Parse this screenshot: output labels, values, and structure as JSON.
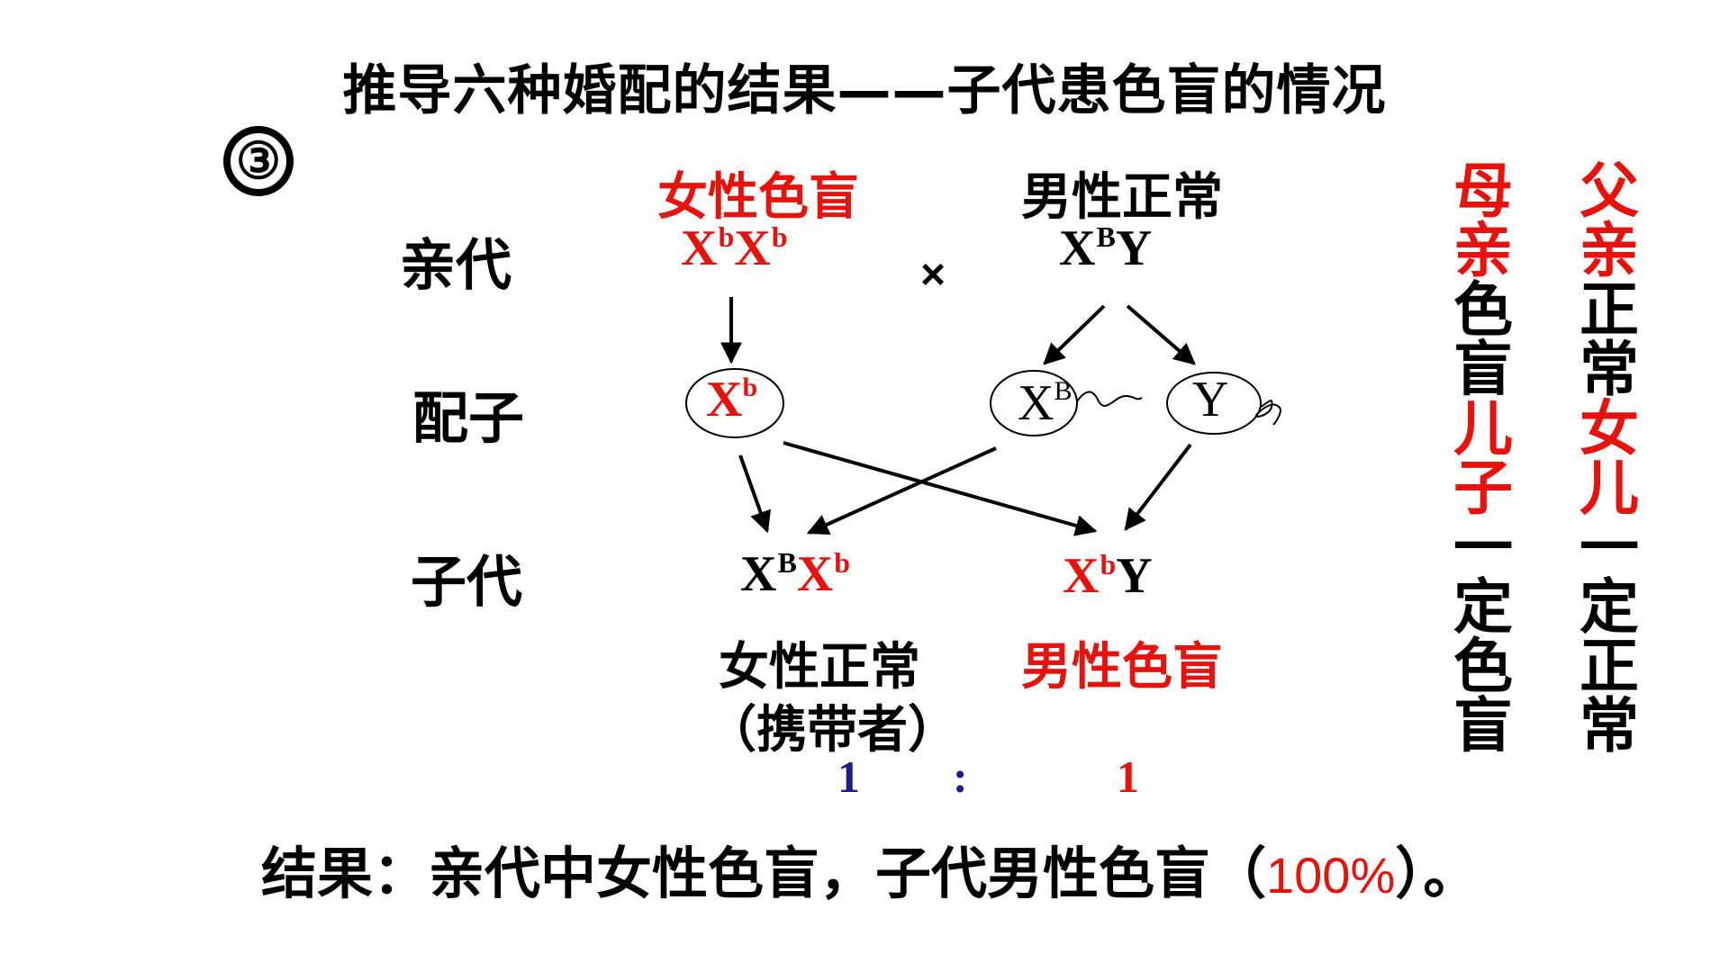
{
  "title": "推导六种婚配的结果——子代患色盲的情况",
  "case_number": "③",
  "row_labels": {
    "parents": "亲代",
    "gametes": "配子",
    "offspring": "子代"
  },
  "parents": {
    "mother_phenotype": "女性色盲",
    "mother_genotype": {
      "base1": "X",
      "sup1": "b",
      "base2": "X",
      "sup2": "b"
    },
    "cross": "×",
    "father_phenotype": "男性正常",
    "father_genotype": {
      "base1": "X",
      "sup1": "B",
      "base2": "Y"
    }
  },
  "gametes": {
    "mother": {
      "base": "X",
      "sup": "b"
    },
    "father_x": {
      "base": "X",
      "sup": "B"
    },
    "father_y": {
      "base": "Y"
    }
  },
  "offspring": {
    "daughter_genotype": {
      "base1": "X",
      "sup1": "B",
      "base2": "X",
      "sup2": "b"
    },
    "son_genotype": {
      "base1": "X",
      "sup1": "b",
      "base2": "Y"
    },
    "daughter_phenotype": "女性正常",
    "daughter_note": "（携带者）",
    "son_phenotype": "男性色盲"
  },
  "ratio": {
    "left": "1",
    "sep": ":",
    "right": "1"
  },
  "result": {
    "prefix": "结果：亲代中女性色盲，子代男性色盲（",
    "percent": "100%",
    "suffix": "）。"
  },
  "side_notes": {
    "mother_note": [
      {
        "text": "母",
        "color": "red"
      },
      {
        "text": "亲",
        "color": "red"
      },
      {
        "text": "色",
        "color": "black"
      },
      {
        "text": "盲",
        "color": "black"
      },
      {
        "text": "儿",
        "color": "red"
      },
      {
        "text": "子",
        "color": "red"
      },
      {
        "text": "一",
        "color": "black"
      },
      {
        "text": "定",
        "color": "black"
      },
      {
        "text": "色",
        "color": "black"
      },
      {
        "text": "盲",
        "color": "black"
      }
    ],
    "father_note": [
      {
        "text": "父",
        "color": "red"
      },
      {
        "text": "亲",
        "color": "red"
      },
      {
        "text": "正",
        "color": "black"
      },
      {
        "text": "常",
        "color": "black"
      },
      {
        "text": "女",
        "color": "red"
      },
      {
        "text": "儿",
        "color": "red"
      },
      {
        "text": "一",
        "color": "black"
      },
      {
        "text": "定",
        "color": "black"
      },
      {
        "text": "正",
        "color": "black"
      },
      {
        "text": "常",
        "color": "black"
      }
    ]
  },
  "colors": {
    "red": "#e8120c",
    "black": "#000000",
    "navy": "#1b1c8e"
  }
}
